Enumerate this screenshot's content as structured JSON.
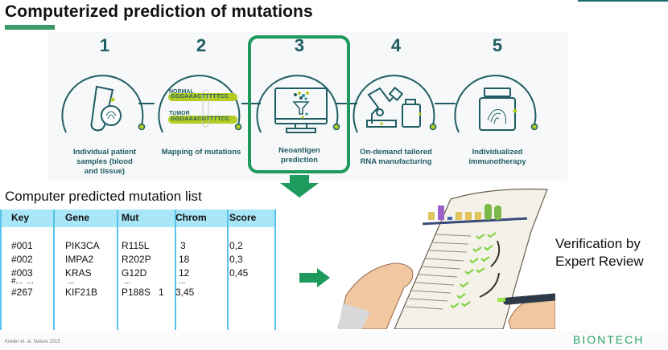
{
  "header": {
    "title": "Computerized prediction of mutations"
  },
  "steps": [
    {
      "number": "1",
      "label_lines": [
        "Individual patient",
        "samples (blood",
        "and tissue)"
      ],
      "icon": "test-tube-fingerprint-icon"
    },
    {
      "number": "2",
      "label_lines": [
        "Mapping of mutations"
      ],
      "icon": "sequence-alignment-icon",
      "normal_label": "NORMAL",
      "normal_seq": "GGGAAACTTTTTCC",
      "tumor_label": "TUMOR",
      "tumor_seq": "GGGAAACGTTTTCC"
    },
    {
      "number": "3",
      "label_lines": [
        "Neoantigen",
        "prediction"
      ],
      "icon": "computer-funnel-icon",
      "highlighted": true
    },
    {
      "number": "4",
      "label_lines": [
        "On-demand tailored",
        "RNA manufacturing"
      ],
      "icon": "robot-arm-vial-icon"
    },
    {
      "number": "5",
      "label_lines": [
        "Individualized",
        "immunotherapy"
      ],
      "icon": "vial-fingerprint-icon"
    }
  ],
  "mutation_table": {
    "title": "Computer predicted mutation list",
    "columns": [
      "Key",
      "Gene",
      "Mut",
      "Chrom",
      "Score"
    ],
    "rows": [
      [
        "#001",
        "PIK3CA",
        "R115L",
        "3",
        "0,2"
      ],
      [
        "#002",
        "IMPA2",
        "R202P",
        "18",
        "0,3"
      ],
      [
        "#003",
        "KRAS",
        "G12D",
        "12",
        "0,45"
      ],
      [
        "#...  ...",
        "...",
        "...",
        "...",
        ""
      ],
      [
        "#267",
        "KIF21B",
        "P188S   1",
        "3,45",
        ""
      ]
    ]
  },
  "verification": {
    "line1": "Verification by",
    "line2": "Expert Review"
  },
  "footer": {
    "citation": "Kreiter et. al. Nature 2015",
    "logo": "BIONTECH"
  },
  "colors": {
    "brand_green": "#1e9a5c",
    "teal_dark": "#1f5d63",
    "lime_accent": "#b5cc22",
    "table_header": "#a9e6f7",
    "table_lines": "#55c3ea"
  }
}
